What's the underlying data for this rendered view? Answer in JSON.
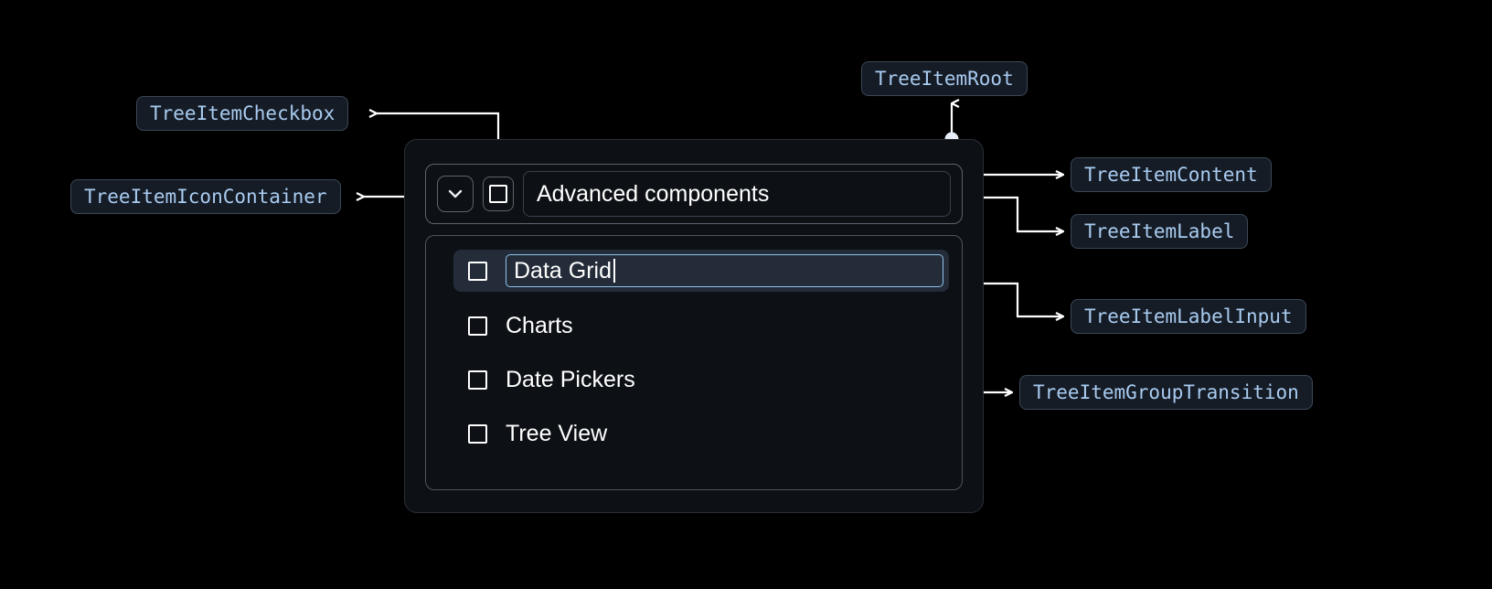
{
  "annotations": [
    {
      "id": "tree-item-checkbox",
      "label": "TreeItemCheckbox"
    },
    {
      "id": "tree-item-icon-container",
      "label": "TreeItemIconContainer"
    },
    {
      "id": "tree-item-root",
      "label": "TreeItemRoot"
    },
    {
      "id": "tree-item-content",
      "label": "TreeItemContent"
    },
    {
      "id": "tree-item-label",
      "label": "TreeItemLabel"
    },
    {
      "id": "tree-item-label-input",
      "label": "TreeItemLabelInput"
    },
    {
      "id": "tree-item-group-transition",
      "label": "TreeItemGroupTransition"
    }
  ],
  "tree": {
    "root": {
      "label": "Advanced components",
      "expanded": true,
      "checked": false,
      "expand_icon": "chevron-down-icon"
    },
    "children": [
      {
        "label": "Data Grid",
        "checked": false,
        "editing": true,
        "selected": true
      },
      {
        "label": "Charts",
        "checked": false,
        "editing": false,
        "selected": false
      },
      {
        "label": "Date Pickers",
        "checked": false,
        "editing": false,
        "selected": false
      },
      {
        "label": "Tree View",
        "checked": false,
        "editing": false,
        "selected": false
      }
    ]
  },
  "colors": {
    "background": "#000000",
    "chip_text": "#a8cbf0",
    "chip_fill": "#161c26",
    "chip_border": "#3b4757",
    "card_fill": "#0d1116",
    "connector": "#ffffff",
    "focus_border": "#8fc3ef",
    "selected_row": "#232c38"
  }
}
